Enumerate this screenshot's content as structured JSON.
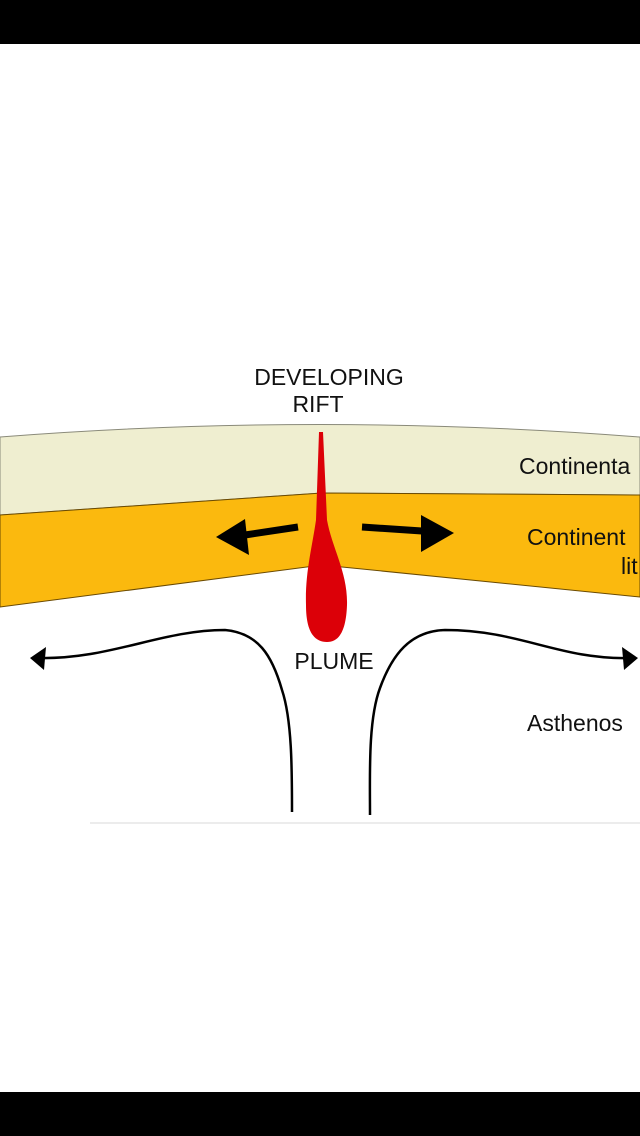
{
  "diagram": {
    "rift_label_line1": "DEVELOPING",
    "rift_label_line2": "RIFT",
    "crust_label": "Continenta",
    "lithosphere_label_line1": "Continent",
    "lithosphere_label_line2": "lit",
    "plume_label": "PLUME",
    "asthenosphere_label": "Asthenos"
  },
  "colors": {
    "crust": "#efeed0",
    "lithosphere": "#fbb90e",
    "plume": "#dc0008",
    "ink": "#000000",
    "status_bar": "#000000"
  }
}
